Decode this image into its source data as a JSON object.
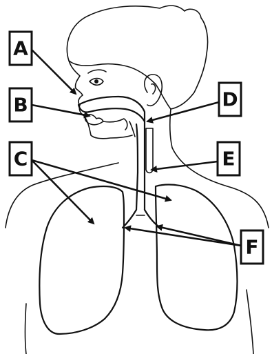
{
  "labels": {
    "a": "A",
    "b": "B",
    "c": "C",
    "d": "D",
    "e": "E",
    "f": "F"
  },
  "colors": {
    "ink": "#111111",
    "background": "#ffffff"
  }
}
